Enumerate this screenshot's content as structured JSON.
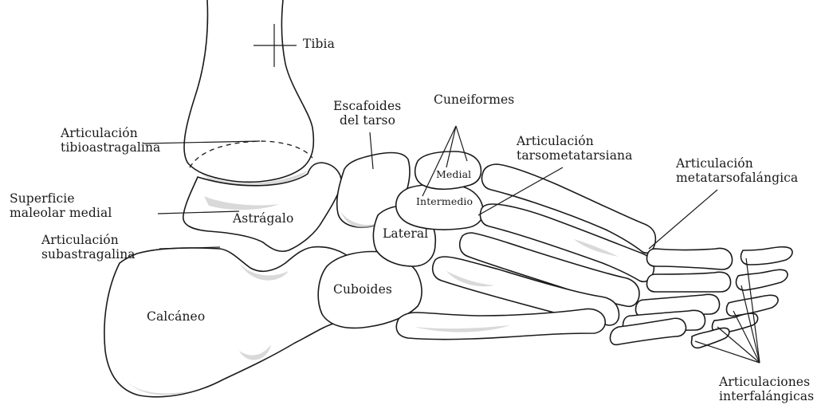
{
  "labels": {
    "tibia": "Tibia",
    "articulacion_tibioastragalina": [
      "Articulación",
      "tibioastragalina"
    ],
    "superficie_maleolar_medial": [
      "Superficie",
      "maleolar medial"
    ],
    "astragalo": "Astrágalo",
    "articulacion_subastragalina": [
      "Articulación",
      "subastragalina"
    ],
    "calcaneo": "Calcáneo",
    "escafoides_del_tarso": [
      "Escafoides",
      "del tarso"
    ],
    "cuneiformes": "Cuneiformes",
    "medial": "Medial",
    "intermedio": "Intermedio",
    "lateral": "Lateral",
    "cuboides": "Cuboides",
    "articulacion_tarsometatarsiana": [
      "Articulación",
      "tarsometatarsiana"
    ],
    "articulacion_metatarsofalangica": [
      "Articulación",
      "metatarsofalángica"
    ],
    "articulaciones_interfalangicas": [
      "Articulaciones",
      "interfalángicas"
    ]
  },
  "colors": {
    "ink": "#1a1a1a",
    "shading": "#b9b9b9",
    "background": "#ffffff"
  }
}
